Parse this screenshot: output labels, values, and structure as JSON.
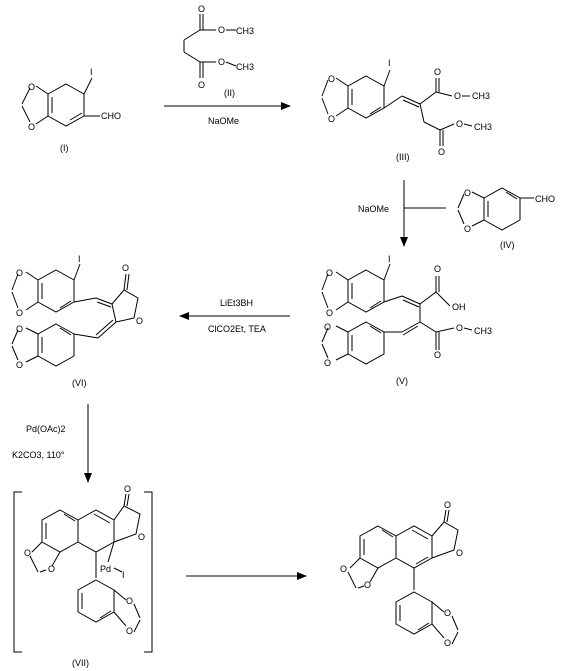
{
  "compounds": {
    "c1": {
      "label": "(I)",
      "sub_I": "I",
      "sub_cho": "CHO"
    },
    "c2": {
      "label": "(II)"
    },
    "c3": {
      "label": "(III)",
      "sub_I": "I"
    },
    "c4": {
      "label": "(IV)",
      "sub_cho": "CHO"
    },
    "c5": {
      "label": "(V)",
      "sub_I": "I",
      "oh": "OH"
    },
    "c6": {
      "label": "(VI)",
      "sub_I": "I"
    },
    "c7": {
      "label": "(VII)",
      "pd": "Pd",
      "iodo": "I"
    }
  },
  "reagents": {
    "step1": "NaOMe",
    "step2": "NaOMe",
    "step3_top": "LiEt3BH",
    "step3_bottom": "ClCO2Et, TEA",
    "step4_top": "Pd(OAc)2",
    "step4_bottom": "K2CO3, 110°"
  },
  "atoms": {
    "O": "O",
    "CH3": "CH3"
  }
}
